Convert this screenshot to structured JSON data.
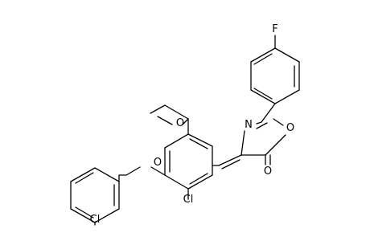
{
  "molecule": {
    "atoms": [
      {
        "id": "f",
        "symbol": "F"
      },
      {
        "id": "n",
        "symbol": "N"
      },
      {
        "id": "o-ring",
        "symbol": "O"
      },
      {
        "id": "o-carbonyl",
        "symbol": "O"
      },
      {
        "id": "o-ethoxy",
        "symbol": "O"
      },
      {
        "id": "o-ether",
        "symbol": "O"
      },
      {
        "id": "cl-aryl",
        "symbol": "Cl"
      },
      {
        "id": "cl-benzyl",
        "symbol": "Cl"
      }
    ]
  }
}
